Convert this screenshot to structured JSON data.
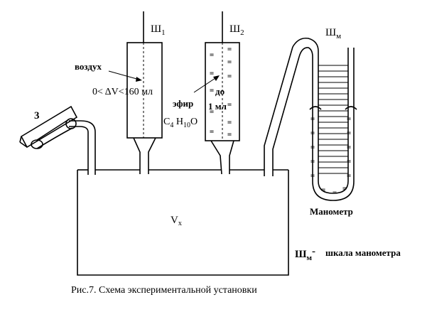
{
  "labels": {
    "syringe1": "Ш",
    "syringe1_sub": "1",
    "syringe2": "Ш",
    "syringe2_sub": "2",
    "manometer_scale": "Ш",
    "manometer_scale_sub": "м",
    "air": "воздух",
    "volume_range": "0< ΔV<160 мл",
    "ether": "эфир",
    "formula_c": "C",
    "formula_c_sub": "4",
    "formula_h": " H",
    "formula_h_sub": "10",
    "formula_o": "O",
    "up_to": "до",
    "one_ml": "1 мл",
    "clamp": "3",
    "vessel": "V",
    "vessel_sub": "x",
    "manometer": "Манометр",
    "legend_symbol": "Ш",
    "legend_symbol_sub": "м",
    "legend_dash": "-",
    "legend_text": "шкала манометра",
    "caption": "Рис.7. Схема экспериментальной  установки"
  }
}
